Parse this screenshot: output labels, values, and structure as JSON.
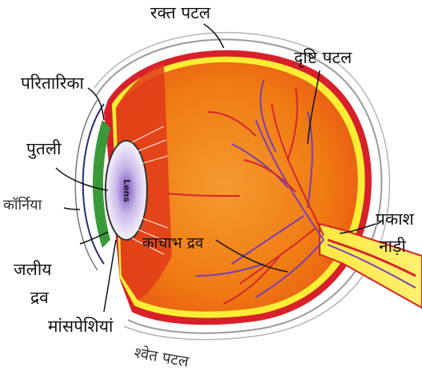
{
  "labels": {
    "choroid": "रक्त पटल",
    "retina": "दृष्टि पटल",
    "iris": "परितारिका",
    "pupil": "पुतली",
    "cornea": "कॉर्निया",
    "aqueous_line1": "जलीय",
    "aqueous_line2": "द्रव",
    "vitreous": "काचाभ द्रव",
    "optic_line1": "प्रकाश",
    "optic_line2": "नाड़ी",
    "muscles": "मांसपेशियां",
    "sclera": "श्वेत पटल",
    "lens": "Lens"
  },
  "colors": {
    "eyeball": "#f07a12",
    "eyeball_dark": "#e0401a",
    "yellow_band": "#ffee33",
    "red_band": "#d8202a",
    "vein": "#7a3fb0",
    "artery": "#d4262c",
    "iris": "#3a9a3a",
    "sclera_line": "#9a9a9a"
  }
}
